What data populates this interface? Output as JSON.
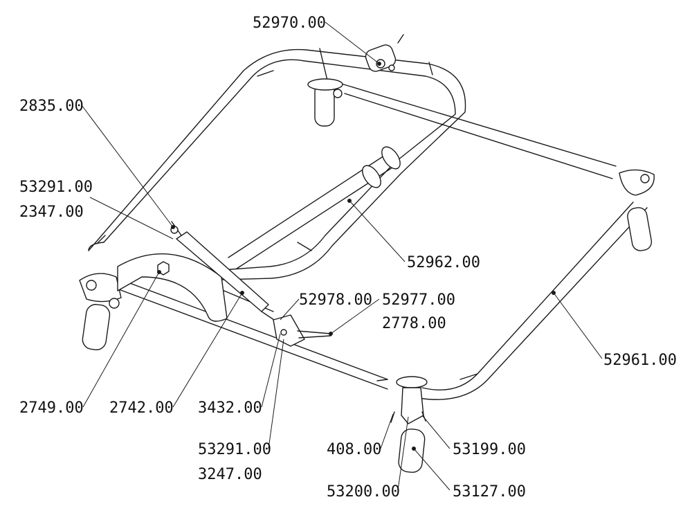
{
  "colors": {
    "line": "#1a1a1a",
    "background": "#ffffff",
    "text": "#111111"
  },
  "callouts": [
    {
      "id": "c1",
      "label": "52970.00"
    },
    {
      "id": "c2",
      "label": "2835.00"
    },
    {
      "id": "c3",
      "label": "53291.00"
    },
    {
      "id": "c4",
      "label": "2347.00"
    },
    {
      "id": "c5",
      "label": "52962.00"
    },
    {
      "id": "c6",
      "label": "52978.00"
    },
    {
      "id": "c7",
      "label": "52977.00"
    },
    {
      "id": "c8",
      "label": "2778.00"
    },
    {
      "id": "c9",
      "label": "52961.00"
    },
    {
      "id": "c10",
      "label": "2749.00"
    },
    {
      "id": "c11",
      "label": "2742.00"
    },
    {
      "id": "c12",
      "label": "3432.00"
    },
    {
      "id": "c13",
      "label": "53291.00"
    },
    {
      "id": "c14",
      "label": "3247.00"
    },
    {
      "id": "c15",
      "label": "408.00"
    },
    {
      "id": "c16",
      "label": "53199.00"
    },
    {
      "id": "c17",
      "label": "53200.00"
    },
    {
      "id": "c18",
      "label": "53127.00"
    }
  ]
}
